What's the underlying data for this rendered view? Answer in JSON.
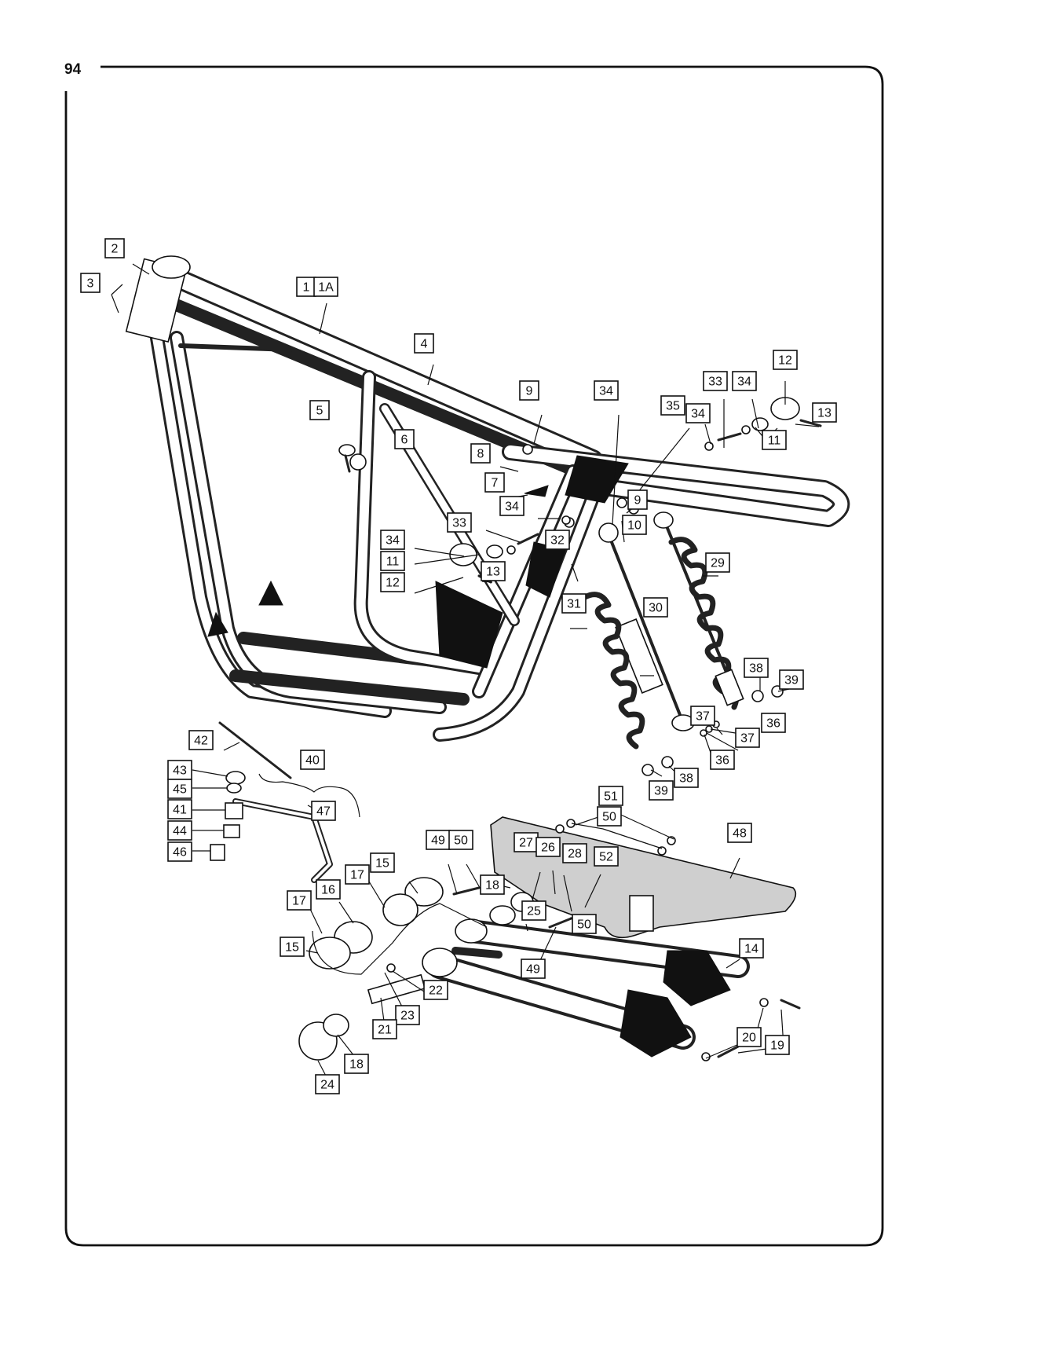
{
  "page": {
    "number": "94"
  },
  "callouts": [
    {
      "label": "2"
    },
    {
      "label": "3"
    },
    {
      "label": "1"
    },
    {
      "label": "1A"
    },
    {
      "label": "4"
    },
    {
      "label": "5"
    },
    {
      "label": "6"
    },
    {
      "label": "9"
    },
    {
      "label": "34"
    },
    {
      "label": "33"
    },
    {
      "label": "34"
    },
    {
      "label": "12"
    },
    {
      "label": "35"
    },
    {
      "label": "34"
    },
    {
      "label": "13"
    },
    {
      "label": "11"
    },
    {
      "label": "8"
    },
    {
      "label": "7"
    },
    {
      "label": "9"
    },
    {
      "label": "10"
    },
    {
      "label": "34"
    },
    {
      "label": "33"
    },
    {
      "label": "34"
    },
    {
      "label": "11"
    },
    {
      "label": "12"
    },
    {
      "label": "13"
    },
    {
      "label": "32"
    },
    {
      "label": "29"
    },
    {
      "label": "31"
    },
    {
      "label": "30"
    },
    {
      "label": "38"
    },
    {
      "label": "39"
    },
    {
      "label": "37"
    },
    {
      "label": "36"
    },
    {
      "label": "37"
    },
    {
      "label": "36"
    },
    {
      "label": "39"
    },
    {
      "label": "38"
    },
    {
      "label": "42"
    },
    {
      "label": "40"
    },
    {
      "label": "43"
    },
    {
      "label": "45"
    },
    {
      "label": "47"
    },
    {
      "label": "41"
    },
    {
      "label": "44"
    },
    {
      "label": "46"
    },
    {
      "label": "51"
    },
    {
      "label": "50"
    },
    {
      "label": "48"
    },
    {
      "label": "49"
    },
    {
      "label": "50"
    },
    {
      "label": "27"
    },
    {
      "label": "26"
    },
    {
      "label": "28"
    },
    {
      "label": "52"
    },
    {
      "label": "18"
    },
    {
      "label": "15"
    },
    {
      "label": "17"
    },
    {
      "label": "25"
    },
    {
      "label": "50"
    },
    {
      "label": "17"
    },
    {
      "label": "16"
    },
    {
      "label": "15"
    },
    {
      "label": "49"
    },
    {
      "label": "14"
    },
    {
      "label": "22"
    },
    {
      "label": "23"
    },
    {
      "label": "21"
    },
    {
      "label": "20"
    },
    {
      "label": "19"
    },
    {
      "label": "18"
    },
    {
      "label": "24"
    }
  ]
}
